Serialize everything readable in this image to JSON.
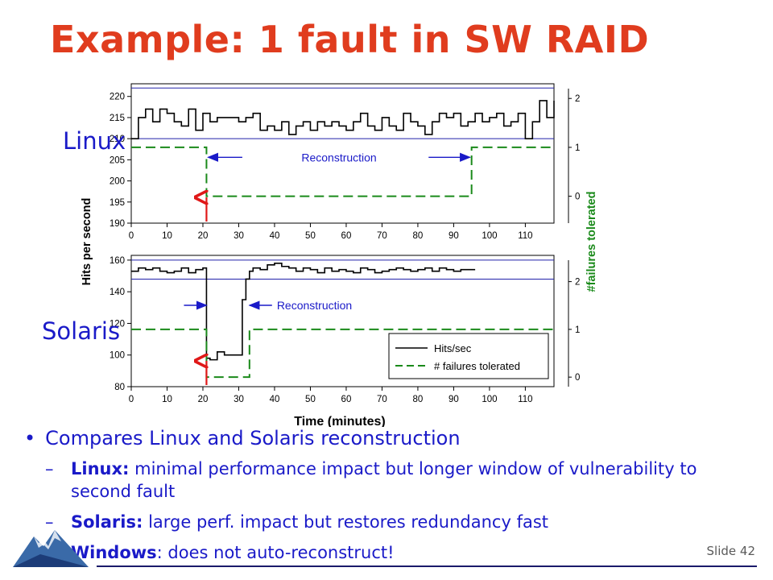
{
  "slide": {
    "title": "Example: 1 fault in SW RAID",
    "slide_number": "Slide 42",
    "labels": {
      "linux": "Linux",
      "solaris": "Solaris"
    },
    "bullets": {
      "main": "Compares Linux and Solaris reconstruction",
      "subs": [
        {
          "dash": "–",
          "keyword": "Linux:",
          "text": "minimal performance impact but longer window of vulnerability to second fault"
        },
        {
          "dash": "–",
          "keyword": "Solaris:",
          "text": "large perf. impact but restores redundancy fast"
        },
        {
          "dash": "–",
          "keyword": "Windows",
          "text": ": does not auto-reconstruct!"
        }
      ]
    }
  },
  "chart_data": {
    "type": "line",
    "xlabel": "Time (minutes)",
    "ylabel": "Hits per second",
    "y2label": "#failures tolerated",
    "xlim": [
      0,
      118
    ],
    "xticks": [
      0,
      10,
      20,
      30,
      40,
      50,
      60,
      70,
      80,
      90,
      100,
      110
    ],
    "legend": {
      "placement": "lower-right of Solaris panel",
      "entries": [
        "Hits/sec",
        "# failures tolerated"
      ]
    },
    "colors": {
      "hits": "#000000",
      "failures": "#1a8a1a",
      "reconstruction": "#1a1ac8",
      "fault_arrow": "#e01818",
      "band": "#2222aa"
    },
    "panels": [
      {
        "name": "Linux",
        "ylim": [
          190,
          223
        ],
        "yticks": [
          190,
          195,
          200,
          205,
          210,
          215,
          220
        ],
        "y2lim": [
          -0.55,
          2.3
        ],
        "y2ticks": [
          0,
          1,
          2
        ],
        "band": [
          210,
          222
        ],
        "annotation": {
          "text": "Reconstruction",
          "x_from": 21,
          "x_to": 95
        },
        "fault_x": 21,
        "hits": {
          "x": [
            0,
            2,
            4,
            6,
            8,
            10,
            12,
            14,
            16,
            18,
            20,
            22,
            24,
            26,
            28,
            30,
            32,
            34,
            36,
            38,
            40,
            42,
            44,
            46,
            48,
            50,
            52,
            54,
            56,
            58,
            60,
            62,
            64,
            66,
            68,
            70,
            72,
            74,
            76,
            78,
            80,
            82,
            84,
            86,
            88,
            90,
            92,
            94,
            96,
            98,
            100,
            102,
            104,
            106,
            108,
            110,
            112,
            114,
            116,
            118
          ],
          "y": [
            210,
            215,
            217,
            214,
            217,
            216,
            214,
            213,
            217,
            212,
            216,
            214,
            215,
            215,
            215,
            214,
            215,
            216,
            212,
            213,
            212,
            214,
            211,
            213,
            214,
            212,
            214,
            213,
            214,
            213,
            212,
            214,
            216,
            213,
            212,
            215,
            213,
            212,
            216,
            214,
            213,
            211,
            214,
            216,
            215,
            216,
            213,
            214,
            216,
            214,
            215,
            216,
            213,
            214,
            216,
            210,
            214,
            219,
            215,
            219
          ]
        },
        "failures": {
          "x": [
            0,
            21,
            21,
            95,
            95,
            118
          ],
          "y": [
            1,
            1,
            0,
            0,
            1,
            1
          ]
        }
      },
      {
        "name": "Solaris",
        "ylim": [
          80,
          163
        ],
        "yticks": [
          80,
          100,
          120,
          140,
          160
        ],
        "y2lim": [
          -0.2,
          2.55
        ],
        "y2ticks": [
          0,
          1,
          2
        ],
        "band": [
          148,
          160
        ],
        "annotation": {
          "text": "Reconstruction",
          "x_from": 21,
          "x_to": 33
        },
        "fault_x": 21,
        "hits": {
          "x": [
            0,
            2,
            4,
            6,
            8,
            10,
            12,
            14,
            16,
            18,
            20,
            21,
            22,
            24,
            26,
            28,
            30,
            31,
            32,
            33,
            34,
            36,
            38,
            40,
            42,
            44,
            46,
            48,
            50,
            52,
            54,
            56,
            58,
            60,
            62,
            64,
            66,
            68,
            70,
            72,
            74,
            76,
            78,
            80,
            82,
            84,
            86,
            88,
            90,
            92,
            94
          ],
          "y": [
            153,
            155,
            154,
            155,
            153,
            152,
            153,
            155,
            152,
            154,
            155,
            98,
            97,
            102,
            100,
            100,
            100,
            135,
            148,
            153,
            155,
            154,
            157,
            158,
            156,
            155,
            153,
            155,
            154,
            152,
            155,
            153,
            154,
            153,
            152,
            155,
            154,
            152,
            153,
            154,
            155,
            154,
            153,
            154,
            155,
            153,
            155,
            154,
            153,
            154,
            154
          ]
        },
        "failures": {
          "x": [
            0,
            21,
            21,
            33,
            33,
            118
          ],
          "y": [
            1,
            1,
            0,
            0,
            1,
            1
          ]
        }
      }
    ]
  }
}
